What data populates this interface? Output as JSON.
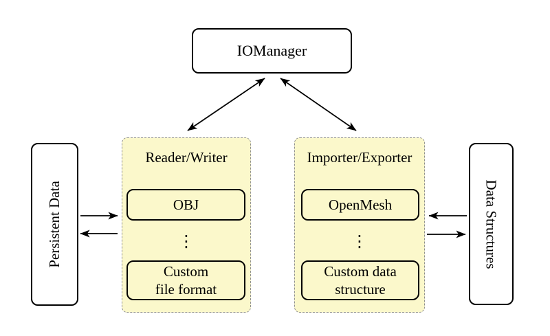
{
  "nodes": {
    "io_manager": {
      "label": "IOManager"
    },
    "persistent_data": {
      "label": "Persistent Data"
    },
    "data_structures": {
      "label": "Data Structures"
    }
  },
  "groups": {
    "reader_writer": {
      "title": "Reader/Writer",
      "top_item": "OBJ",
      "dots": "⋮",
      "bottom_item_line1": "Custom",
      "bottom_item_line2": "file format"
    },
    "importer_exporter": {
      "title": "Importer/Exporter",
      "top_item": "OpenMesh",
      "dots": "⋮",
      "bottom_item_line1": "Custom data",
      "bottom_item_line2": "structure"
    }
  },
  "colors": {
    "group_fill": "#FBF8CB",
    "group_border": "#8F8F8F",
    "node_border": "#000000",
    "node_fill": "#FFFFFF",
    "arrow": "#000000",
    "text": "#000000",
    "background": "#FFFFFF"
  }
}
